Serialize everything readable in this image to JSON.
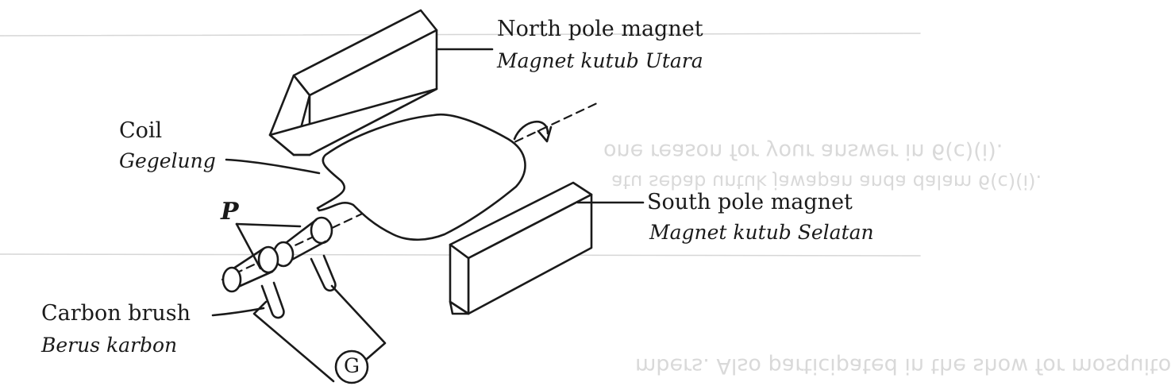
{
  "labels": {
    "north_en": "North pole magnet",
    "north_ms": "Magnet kutub Utara",
    "coil_en": "Coil",
    "coil_ms": "Gegelung",
    "south_en": "South pole magnet",
    "south_ms": "Magnet kutub Selatan",
    "p_label": "P",
    "brush_en": "Carbon brush",
    "brush_ms": "Berus karbon",
    "galvanometer": "G"
  },
  "bleed_through": {
    "line1": "one reason for your answer in 6(c)(i).",
    "line2": "atu sebab untuk jawapan anda dalam 6(c)(i).",
    "line3": "mbers. Also participated in the show for mosquito"
  },
  "colors": {
    "ink": "#1a1a1a",
    "bleed": "#c9c9c9"
  }
}
